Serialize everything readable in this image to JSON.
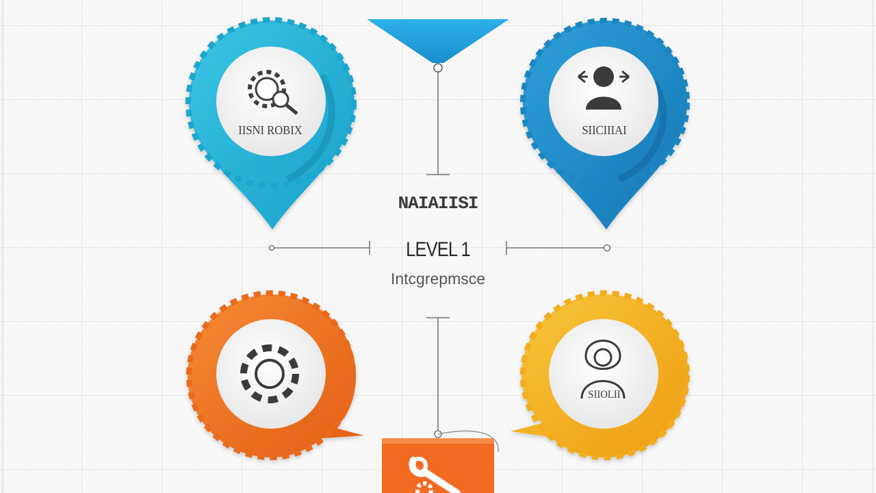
{
  "diagram": {
    "center": {
      "title": "NAIAIISI",
      "level": "LEVEL 1",
      "subtitle": "Intcgrepmsce"
    },
    "nodes": [
      {
        "id": "top-left",
        "label": "IISNI ROBIX",
        "color": "#27b3d6",
        "icon": "gear-magnifier-icon"
      },
      {
        "id": "top-right",
        "label": "SIICIIIAI",
        "color": "#1d8fcc",
        "icon": "person-arrows-icon"
      },
      {
        "id": "bottom-left",
        "label": "",
        "color": "#ef7521",
        "icon": "gear-icon"
      },
      {
        "id": "bottom-right",
        "label": "SIIOLII",
        "color": "#f2b41f",
        "icon": "person-icon"
      }
    ],
    "bottom_card": {
      "color": "#f26b21",
      "icon": "wrench-icon"
    },
    "top_funnel": {
      "color": "#2aa3dd",
      "icon": "funnel-icon"
    }
  }
}
